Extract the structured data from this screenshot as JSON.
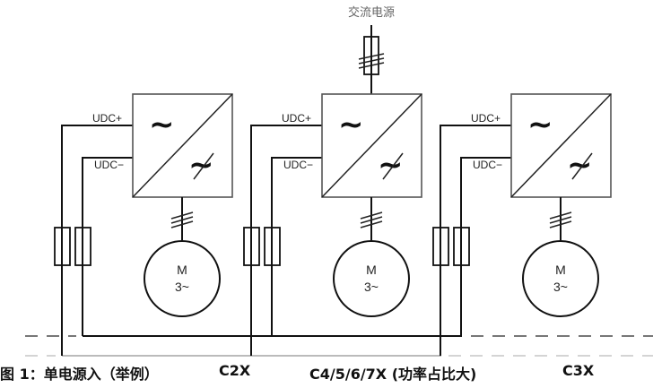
{
  "source": {
    "label": "交流电源"
  },
  "drives": [
    {
      "id": "C2X",
      "udc_plus": "UDC+",
      "udc_minus": "UDC−",
      "motor_line1": "M",
      "motor_line2": "3~",
      "input_symbol": "~",
      "output_symbol": "~"
    },
    {
      "id": "C4/5/6/7X",
      "udc_plus": "UDC+",
      "udc_minus": "UDC−",
      "motor_line1": "M",
      "motor_line2": "3~",
      "input_symbol": "~",
      "output_symbol": "~"
    },
    {
      "id": "C3X",
      "udc_plus": "UDC+",
      "udc_minus": "UDC−",
      "motor_line1": "M",
      "motor_line2": "3~",
      "input_symbol": "~",
      "output_symbol": "~"
    }
  ],
  "caption": {
    "title": "图 1：单电源入（举例）",
    "label_c2x": "C2X",
    "label_c4": "C4/5/6/7X (功率占比大)",
    "label_c3x": "C3X"
  }
}
